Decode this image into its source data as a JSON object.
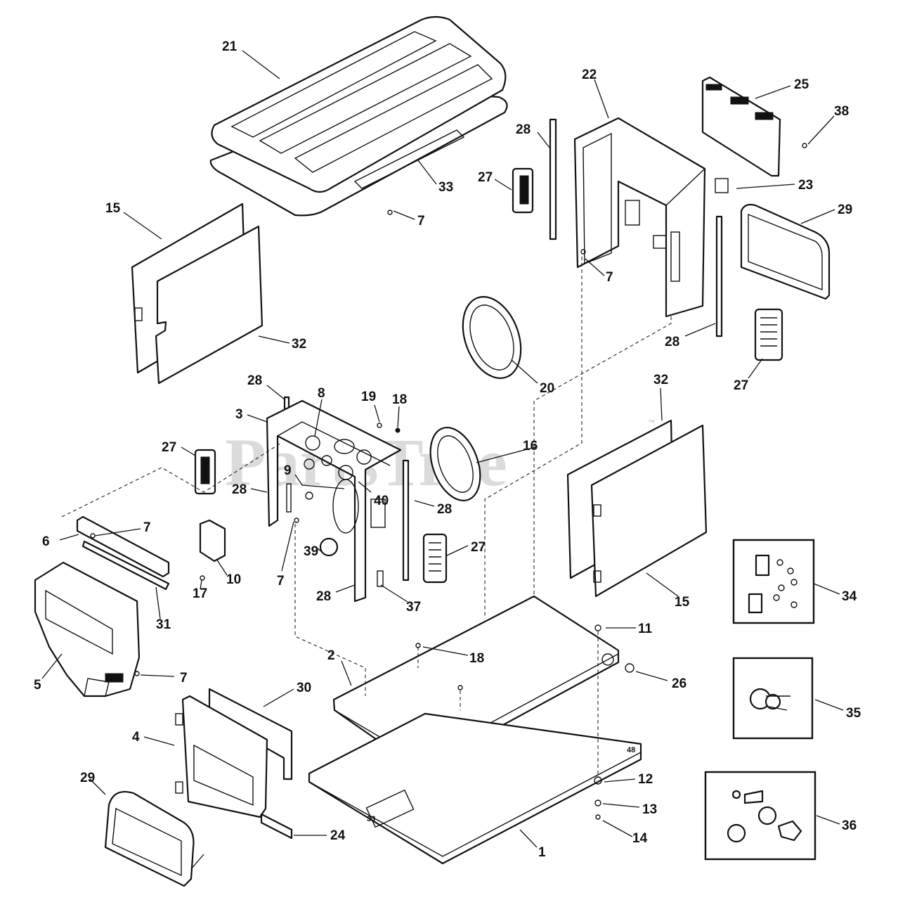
{
  "watermark": {
    "text": "PartsTree",
    "trademark": "™"
  },
  "callouts": {
    "c1": "1",
    "c2": "2",
    "c3": "3",
    "c4": "4",
    "c5": "5",
    "c6": "6",
    "c7a": "7",
    "c7b": "7",
    "c7c": "7",
    "c7d": "7",
    "c7e": "7",
    "c8": "8",
    "c9": "9",
    "c10": "10",
    "c11": "11",
    "c12": "12",
    "c13": "13",
    "c14": "14",
    "c15a": "15",
    "c15b": "15",
    "c16": "16",
    "c17": "17",
    "c18a": "18",
    "c18b": "18",
    "c19": "19",
    "c20": "20",
    "c21": "21",
    "c22": "22",
    "c23": "23",
    "c24": "24",
    "c25": "25",
    "c26": "26",
    "c27a": "27",
    "c27b": "27",
    "c27c": "27",
    "c27d": "27",
    "c28a": "28",
    "c28b": "28",
    "c28c": "28",
    "c28d": "28",
    "c28e": "28",
    "c28f": "28",
    "c29a": "29",
    "c29b": "29",
    "c30": "30",
    "c31": "31",
    "c32a": "32",
    "c32b": "32",
    "c33": "33",
    "c34": "34",
    "c35": "35",
    "c36": "36",
    "c37": "37",
    "c38": "38",
    "c39": "39",
    "c40": "40"
  },
  "stamped_labels": {
    "base_front": "33",
    "base_rear": "48"
  }
}
